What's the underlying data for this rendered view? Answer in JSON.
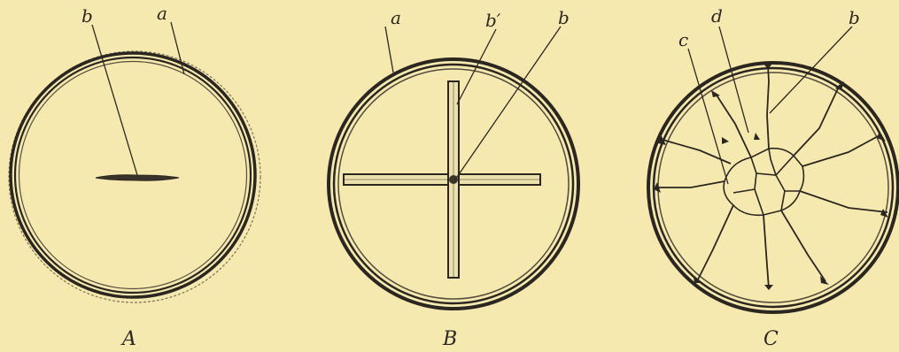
{
  "figure": {
    "panels": [
      {
        "caption": "A",
        "labels": {
          "a": "a",
          "b": "b"
        }
      },
      {
        "caption": "B",
        "labels": {
          "a": "a",
          "b_prime": "b′",
          "b": "b"
        }
      },
      {
        "caption": "C",
        "labels": {
          "c": "c",
          "d": "d",
          "b": "b"
        }
      }
    ]
  }
}
